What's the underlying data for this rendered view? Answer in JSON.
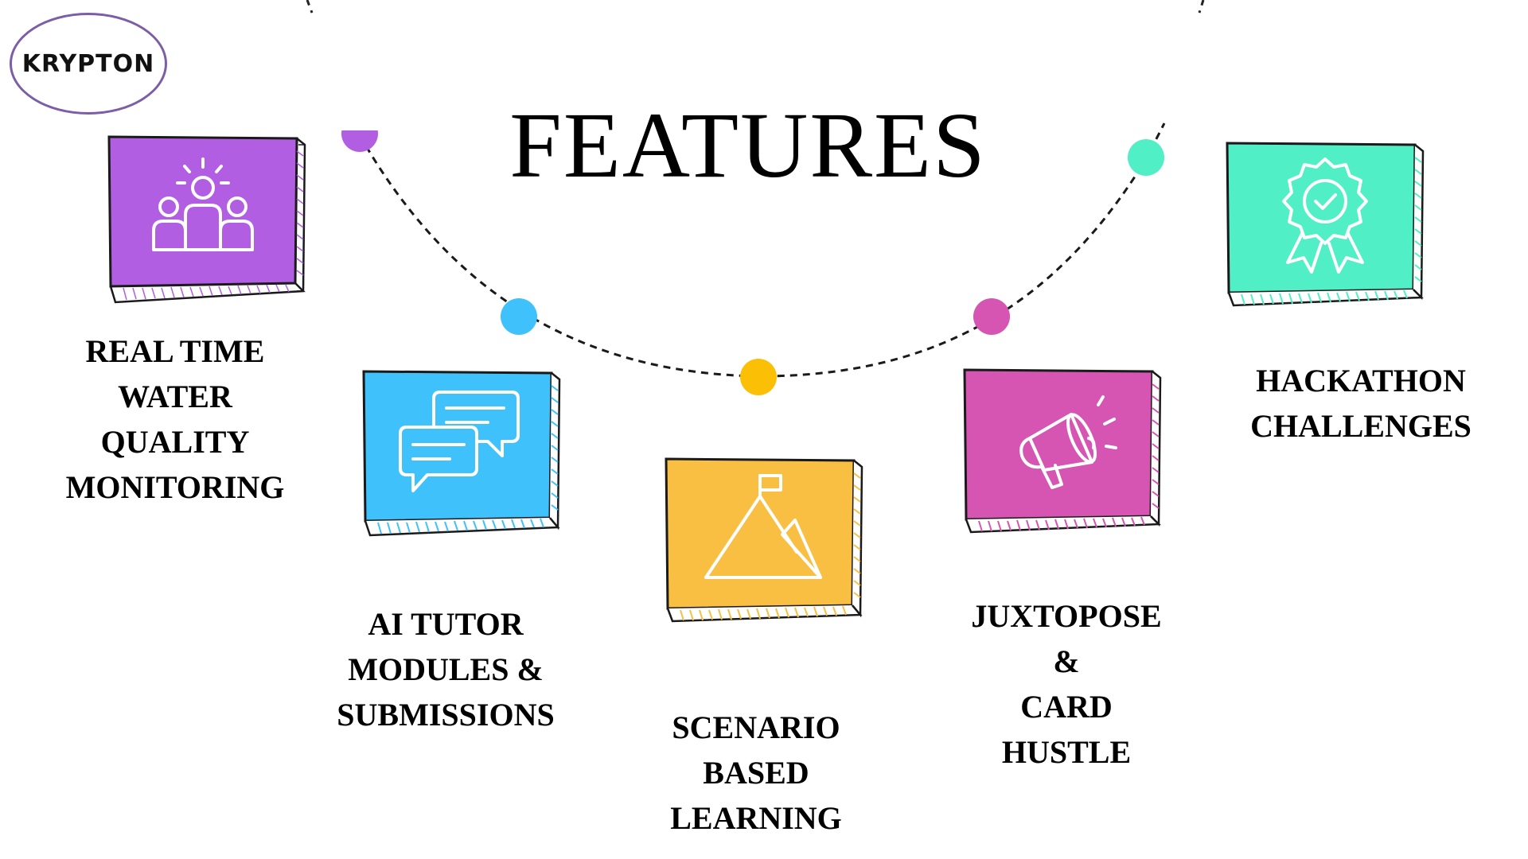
{
  "logo": {
    "text": "KRYPTON",
    "border_color": "#7b5ea7"
  },
  "title": "FEATURES",
  "features": [
    {
      "id": "real-time-water-quality",
      "icon": "people-idea-icon",
      "color": "#b25ee3",
      "label_lines": [
        "REAL TIME",
        "WATER",
        "QUALITY",
        "MONITORING"
      ]
    },
    {
      "id": "ai-tutor",
      "icon": "chat-bubbles-icon",
      "color": "#3fc1fb",
      "label_lines": [
        "AI TUTOR",
        "MODULES &",
        "SUBMISSIONS"
      ]
    },
    {
      "id": "scenario-learning",
      "icon": "mountain-flag-icon",
      "color": "#f9bf43",
      "label_lines": [
        "SCENARIO",
        "BASED",
        "LEARNING"
      ]
    },
    {
      "id": "juxtopose",
      "icon": "megaphone-icon",
      "color": "#d655b3",
      "label_lines": [
        "JUXTOPOSE",
        "&",
        "CARD",
        "HUSTLE"
      ]
    },
    {
      "id": "hackathon",
      "icon": "award-badge-icon",
      "color": "#50efc6",
      "label_lines": [
        "HACKATHON",
        "CHALLENGES"
      ]
    }
  ],
  "arc_dots": [
    {
      "name": "purple-dot",
      "color": "#b25ee3"
    },
    {
      "name": "blue-dot",
      "color": "#3fc1fb"
    },
    {
      "name": "yellow-dot",
      "color": "#fbbf06"
    },
    {
      "name": "magenta-dot",
      "color": "#d655b3"
    },
    {
      "name": "teal-dot",
      "color": "#50efc6"
    }
  ]
}
